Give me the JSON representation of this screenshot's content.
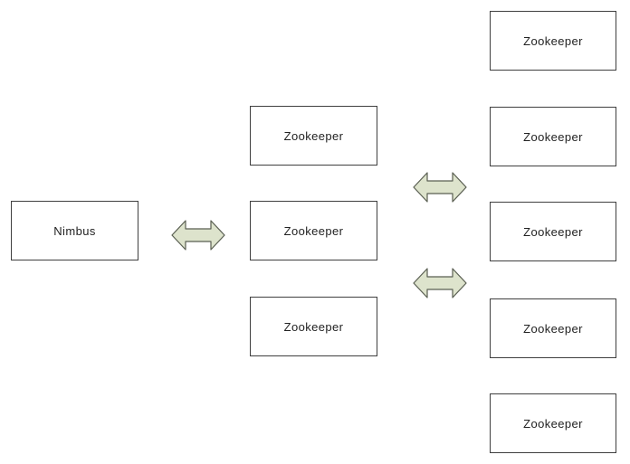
{
  "diagram": {
    "nimbus": {
      "label": "Nimbus"
    },
    "middle_column": [
      {
        "label": "Zookeeper"
      },
      {
        "label": "Zookeeper"
      },
      {
        "label": "Zookeeper"
      }
    ],
    "right_column": [
      {
        "label": "Zookeeper"
      },
      {
        "label": "Zookeeper"
      },
      {
        "label": "Zookeeper"
      },
      {
        "label": "Zookeeper"
      },
      {
        "label": "Zookeeper"
      }
    ],
    "connectors": [
      {
        "icon": "double-arrow-icon",
        "from": "Nimbus",
        "to": "Zookeeper"
      },
      {
        "icon": "double-arrow-icon",
        "from": "Zookeeper",
        "to": "Zookeeper"
      },
      {
        "icon": "double-arrow-icon",
        "from": "Zookeeper",
        "to": "Zookeeper"
      }
    ],
    "colors": {
      "box_border": "#3f3f3f",
      "arrow_fill": "#dde3cc",
      "arrow_stroke": "#5a5f52"
    }
  }
}
